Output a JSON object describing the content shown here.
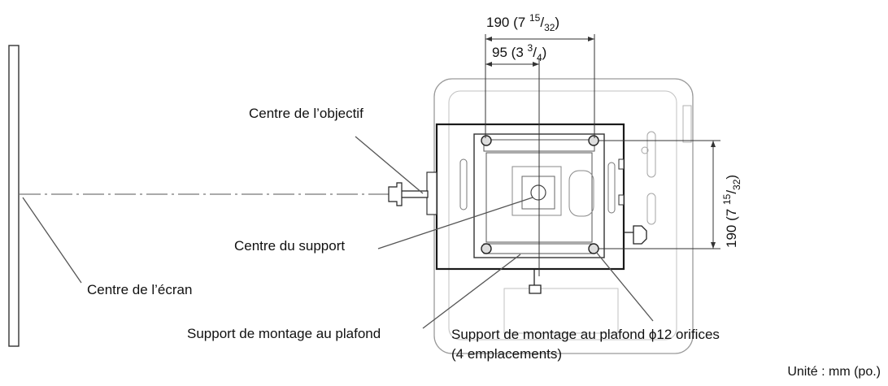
{
  "labels": {
    "lens_center": "Centre de l’objectif",
    "mount_center": "Centre du support",
    "screen_center": "Centre de l’écran",
    "ceiling_bracket": "Support de montage au plafond",
    "holes_line1": "Support de montage au plafond ϕ12 orifices",
    "holes_line2": "(4 emplacements)",
    "unit": "Unité : mm (po.)"
  },
  "dimensions": {
    "width_full": {
      "mm": "190",
      "whole": "7",
      "num": "15",
      "den": "32"
    },
    "width_half": {
      "mm": "95",
      "whole": "3",
      "num": "3",
      "den": "4"
    },
    "height_full": {
      "mm": "190",
      "whole": "7",
      "num": "15",
      "den": "32"
    }
  },
  "colors": {
    "line": "#1a1a1a",
    "gray": "#8a8a8a",
    "light": "#b5b5b5",
    "leader": "#555555"
  }
}
